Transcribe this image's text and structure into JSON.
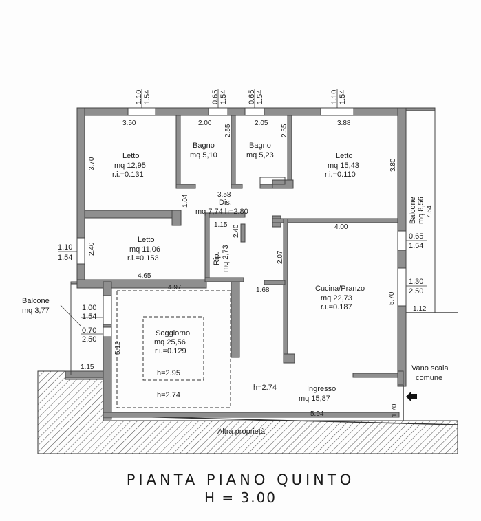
{
  "title": "PIANTA PIANO QUINTO",
  "height": "H = 3.00",
  "colors": {
    "wall": "#8f8f8f",
    "wall_outline": "#444444",
    "hatch": "#555555",
    "text": "#222222"
  },
  "rooms": {
    "letto1": {
      "name": "Letto",
      "area": "mq 12,95",
      "ri": "r.i.=0.131",
      "width": "3.50",
      "depth": "3.70"
    },
    "bagno1": {
      "name": "Bagno",
      "area": "mq 5,10",
      "width": "2.00",
      "depth": "2.55"
    },
    "bagno2": {
      "name": "Bagno",
      "area": "mq 5,23",
      "width": "2.05",
      "depth": "2.55"
    },
    "letto2": {
      "name": "Letto",
      "area": "mq 15,43",
      "ri": "r.i.=0.110",
      "width": "3.88",
      "depth": "3.80"
    },
    "dis": {
      "width": "3.58",
      "name": "Dis.",
      "area": "mq 7,74 h=2.80"
    },
    "letto3": {
      "name": "Letto",
      "area": "mq 11,06",
      "ri": "r.i.=0.153",
      "width": "4.65",
      "depth": "2.40",
      "notch": "1.04"
    },
    "rip": {
      "name": "Rip.",
      "area": "mq 2,73",
      "width": "1.15",
      "depth": "2.40"
    },
    "cucina": {
      "name": "Cucina/Pranzo",
      "area": "mq 22,73",
      "ri": "r.i.=0.187",
      "width": "4.00",
      "depth": "5.70",
      "wall_len": "2.07"
    },
    "soggiorno": {
      "name": "Soggiorno",
      "area": "mq 25,56",
      "ri": "r.i.=0.129",
      "width": "4.97",
      "depth": "5.12",
      "h_inner": "h=2.95",
      "h_outer": "h=2.74"
    },
    "ingresso": {
      "name": "Ingresso",
      "area": "mq 15,87",
      "h": "h=2.74",
      "width": "5.94",
      "depth": "1.70",
      "wall_len": "1.68"
    },
    "balcone_left": {
      "name": "Balcone",
      "area": "mq 3,77",
      "width": "1.15"
    },
    "balcone_right": {
      "name": "Balcone",
      "area": "mq 8,56",
      "length": "7.64",
      "width": "1.12"
    }
  },
  "windows": {
    "w1": {
      "a": "1.10",
      "b": "1.54"
    },
    "w2": {
      "a": "0.65",
      "b": "1.54"
    },
    "w3": {
      "a": "0.65",
      "b": "1.54"
    },
    "w4": {
      "a": "1.10",
      "b": "1.54"
    },
    "w5": {
      "a": "1.10",
      "b": "1.54"
    },
    "w6": {
      "a": "1.00",
      "b": "1.54"
    },
    "w7": {
      "a": "0.70",
      "b": "2.50"
    },
    "w8": {
      "a": "0.65",
      "b": "1.54"
    },
    "w9": {
      "a": "1.30",
      "b": "2.50"
    }
  },
  "labels": {
    "stairs_line1": "Vano scala",
    "stairs_line2": "comune",
    "other_property": "Altra proprietà"
  },
  "icons": {
    "entrance": "entrance-arrow-icon"
  }
}
